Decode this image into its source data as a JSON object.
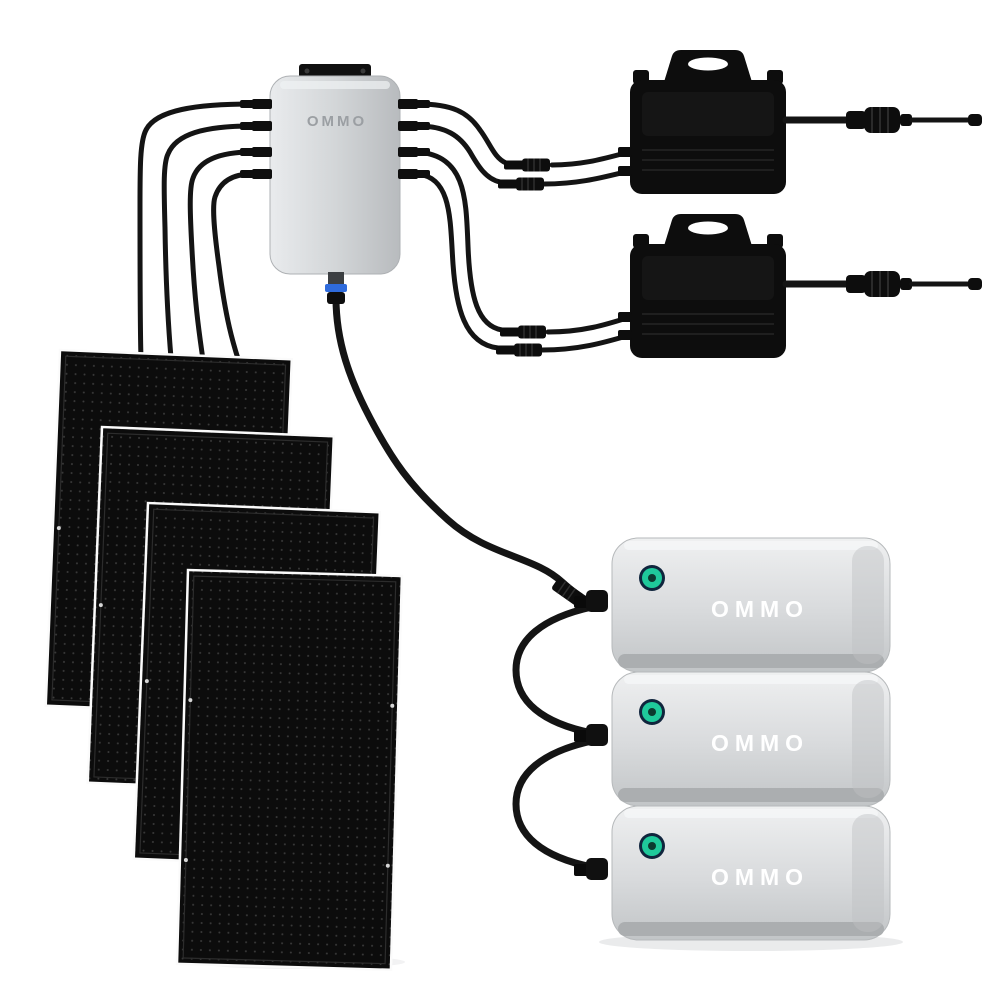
{
  "description": "OMMO solar system wiring diagram: 4 solar panels, junction box, 2 microinverters, 3 stacked batteries",
  "brand": "OMMO",
  "junction_box": {
    "label": "OMMO"
  },
  "solar_panels": {
    "count": 4
  },
  "microinverters": {
    "count": 2
  },
  "batteries": {
    "count": 3,
    "units": [
      {
        "label": "OMMO"
      },
      {
        "label": "OMMO"
      },
      {
        "label": "OMMO"
      }
    ]
  },
  "icons": {
    "power_indicator": "teal circular power button on each battery",
    "carry_handle": "handle cutout on top of each microinverter"
  },
  "colors": {
    "background": "#ffffff",
    "device_gray": "#d6d8da",
    "panel_black": "#0c0c0c",
    "cable_black": "#141414",
    "accent_teal": "#1fc99b",
    "connector_blue": "#2f6bdc",
    "box_label_gray": "#9b9fa3",
    "battery_label_white": "#ffffff"
  }
}
